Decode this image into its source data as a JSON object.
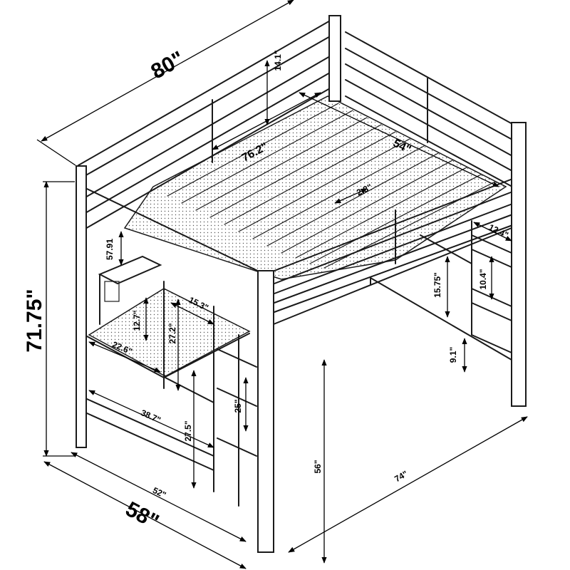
{
  "dimensions": {
    "overall_length": "80\"",
    "overall_height": "71.75\"",
    "overall_width": "58\"",
    "front_width": "52\"",
    "floor_length": "74\"",
    "clearance_height": "56\"",
    "guardrail_height": "14.1\"",
    "mattress_length": "76.2\"",
    "mattress_width": "54\"",
    "slat_gap": "2.8\"",
    "shelf_depth": "12.4\"",
    "shelf_gap": "10.4\"",
    "side_opening": "15.75\"",
    "bottom_gap": "9.1\"",
    "top_shelf": "57.91",
    "desk_depth": "15.3\"",
    "desk_hutch_height": "12.7\"",
    "desk_side_height": "27.2\"",
    "desk_width": "22.6\"",
    "desk_length": "38.7\"",
    "desk_height": "27.5\"",
    "ladder_height": "25\""
  }
}
